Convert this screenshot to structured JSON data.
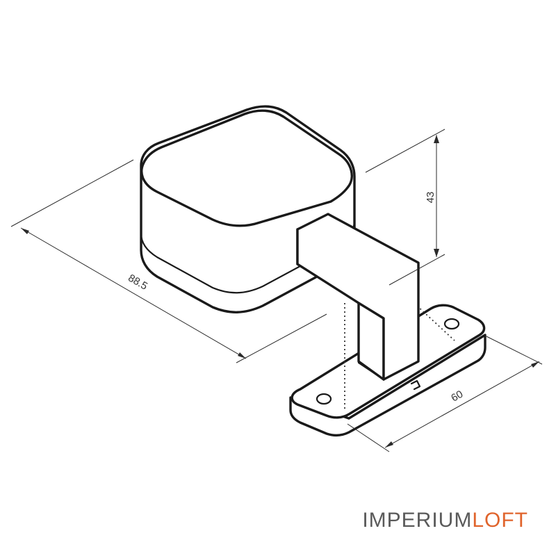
{
  "dimensions": {
    "length": "88.5",
    "height": "43",
    "width": "60"
  },
  "logo": {
    "part1": "IMPERIUM",
    "part2": "LOFT",
    "color_primary": "#5a5a5a",
    "color_accent": "#e0642c"
  }
}
